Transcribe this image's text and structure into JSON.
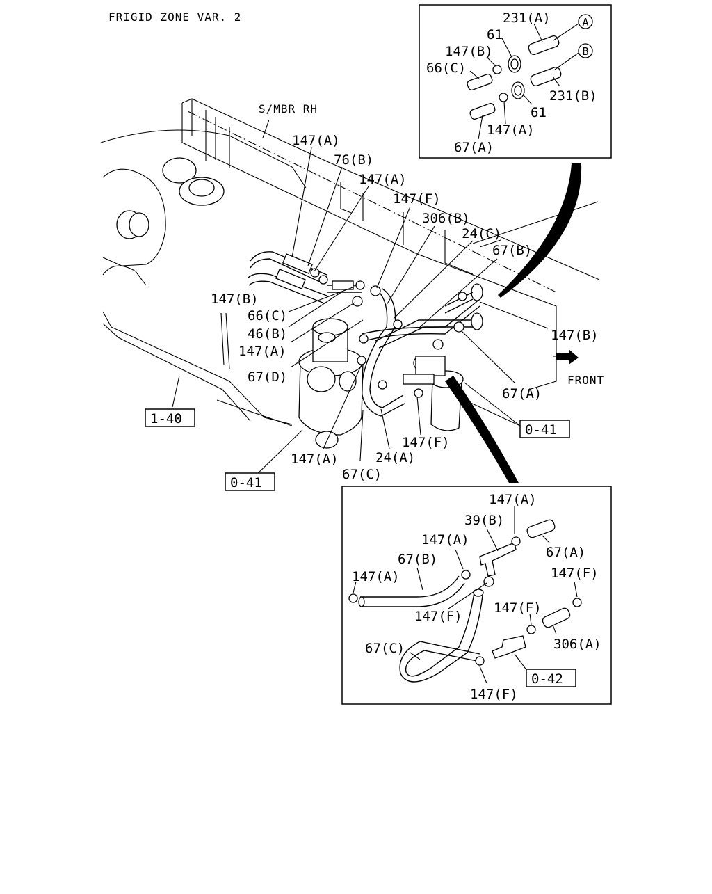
{
  "title": "FRIGID ZONE VAR. 2",
  "labels": {
    "smbr": "S/MBR RH",
    "front": "FRONT",
    "main": [
      "147(A)",
      "76(B)",
      "147(A)",
      "147(F)",
      "306(B)",
      "24(C)",
      "67(B)",
      "147(B)",
      "66(C)",
      "46(B)",
      "147(A)",
      "67(D)",
      "147(B)",
      "67(A)",
      "147(F)",
      "24(A)",
      "147(A)",
      "67(C)"
    ],
    "detail_top": [
      "231(A)",
      "61",
      "147(B)",
      "66(C)",
      "231(B)",
      "61",
      "147(A)",
      "67(A)"
    ],
    "detail_bottom": [
      "147(A)",
      "39(B)",
      "147(A)",
      "67(B)",
      "67(A)",
      "147(A)",
      "147(F)",
      "147(F)",
      "147(F)",
      "306(A)",
      "67(C)",
      "147(F)"
    ]
  },
  "refs": [
    "1-40",
    "0-41",
    "0-41",
    "0-42"
  ],
  "markers": [
    "A",
    "B"
  ]
}
